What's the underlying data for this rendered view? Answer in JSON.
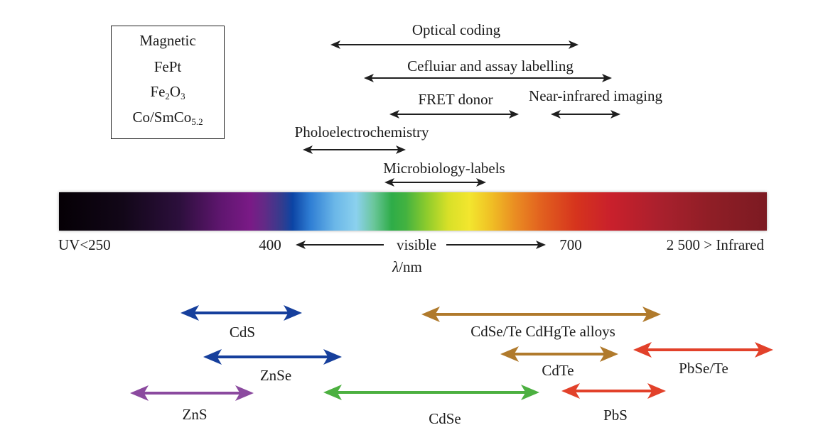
{
  "magnetic_box": {
    "line1": "Magnetic",
    "line2": "FePt",
    "line3_parts": [
      "Fe",
      "2",
      "O",
      "3"
    ],
    "line4_parts": [
      "Co/SmCo",
      "5.2"
    ]
  },
  "applications": [
    {
      "label": "Optical coding"
    },
    {
      "label": "Cefluiar and assay labelling"
    },
    {
      "label": "FRET donor"
    },
    {
      "label": "Near-infrared imaging"
    },
    {
      "label": "Pholoelectrochemistry"
    },
    {
      "label": "Microbiology-labels"
    }
  ],
  "spectrum_axis": {
    "uv": "UV<250",
    "tick_400": "400",
    "visible": "visible",
    "tick_700": "700",
    "infrared": "2 500 > Infrared",
    "unit_symbol": "λ",
    "unit": "/nm"
  },
  "materials": [
    {
      "label": "CdS",
      "color": "#163f9c"
    },
    {
      "label": "ZnSe",
      "color": "#163f9c"
    },
    {
      "label": "ZnS",
      "color": "#8b4a9f"
    },
    {
      "label": "CdSe/Te CdHgTe alloys",
      "color": "#b07a2c"
    },
    {
      "label": "CdTe",
      "color": "#b07a2c"
    },
    {
      "label": "PbSe/Te",
      "color": "#e2412a"
    },
    {
      "label": "CdSe",
      "color": "#4cb040"
    },
    {
      "label": "PbS",
      "color": "#e2412a"
    }
  ],
  "colors": {
    "app_arrow": "#1f1f1f",
    "text": "#1a1a1a"
  }
}
